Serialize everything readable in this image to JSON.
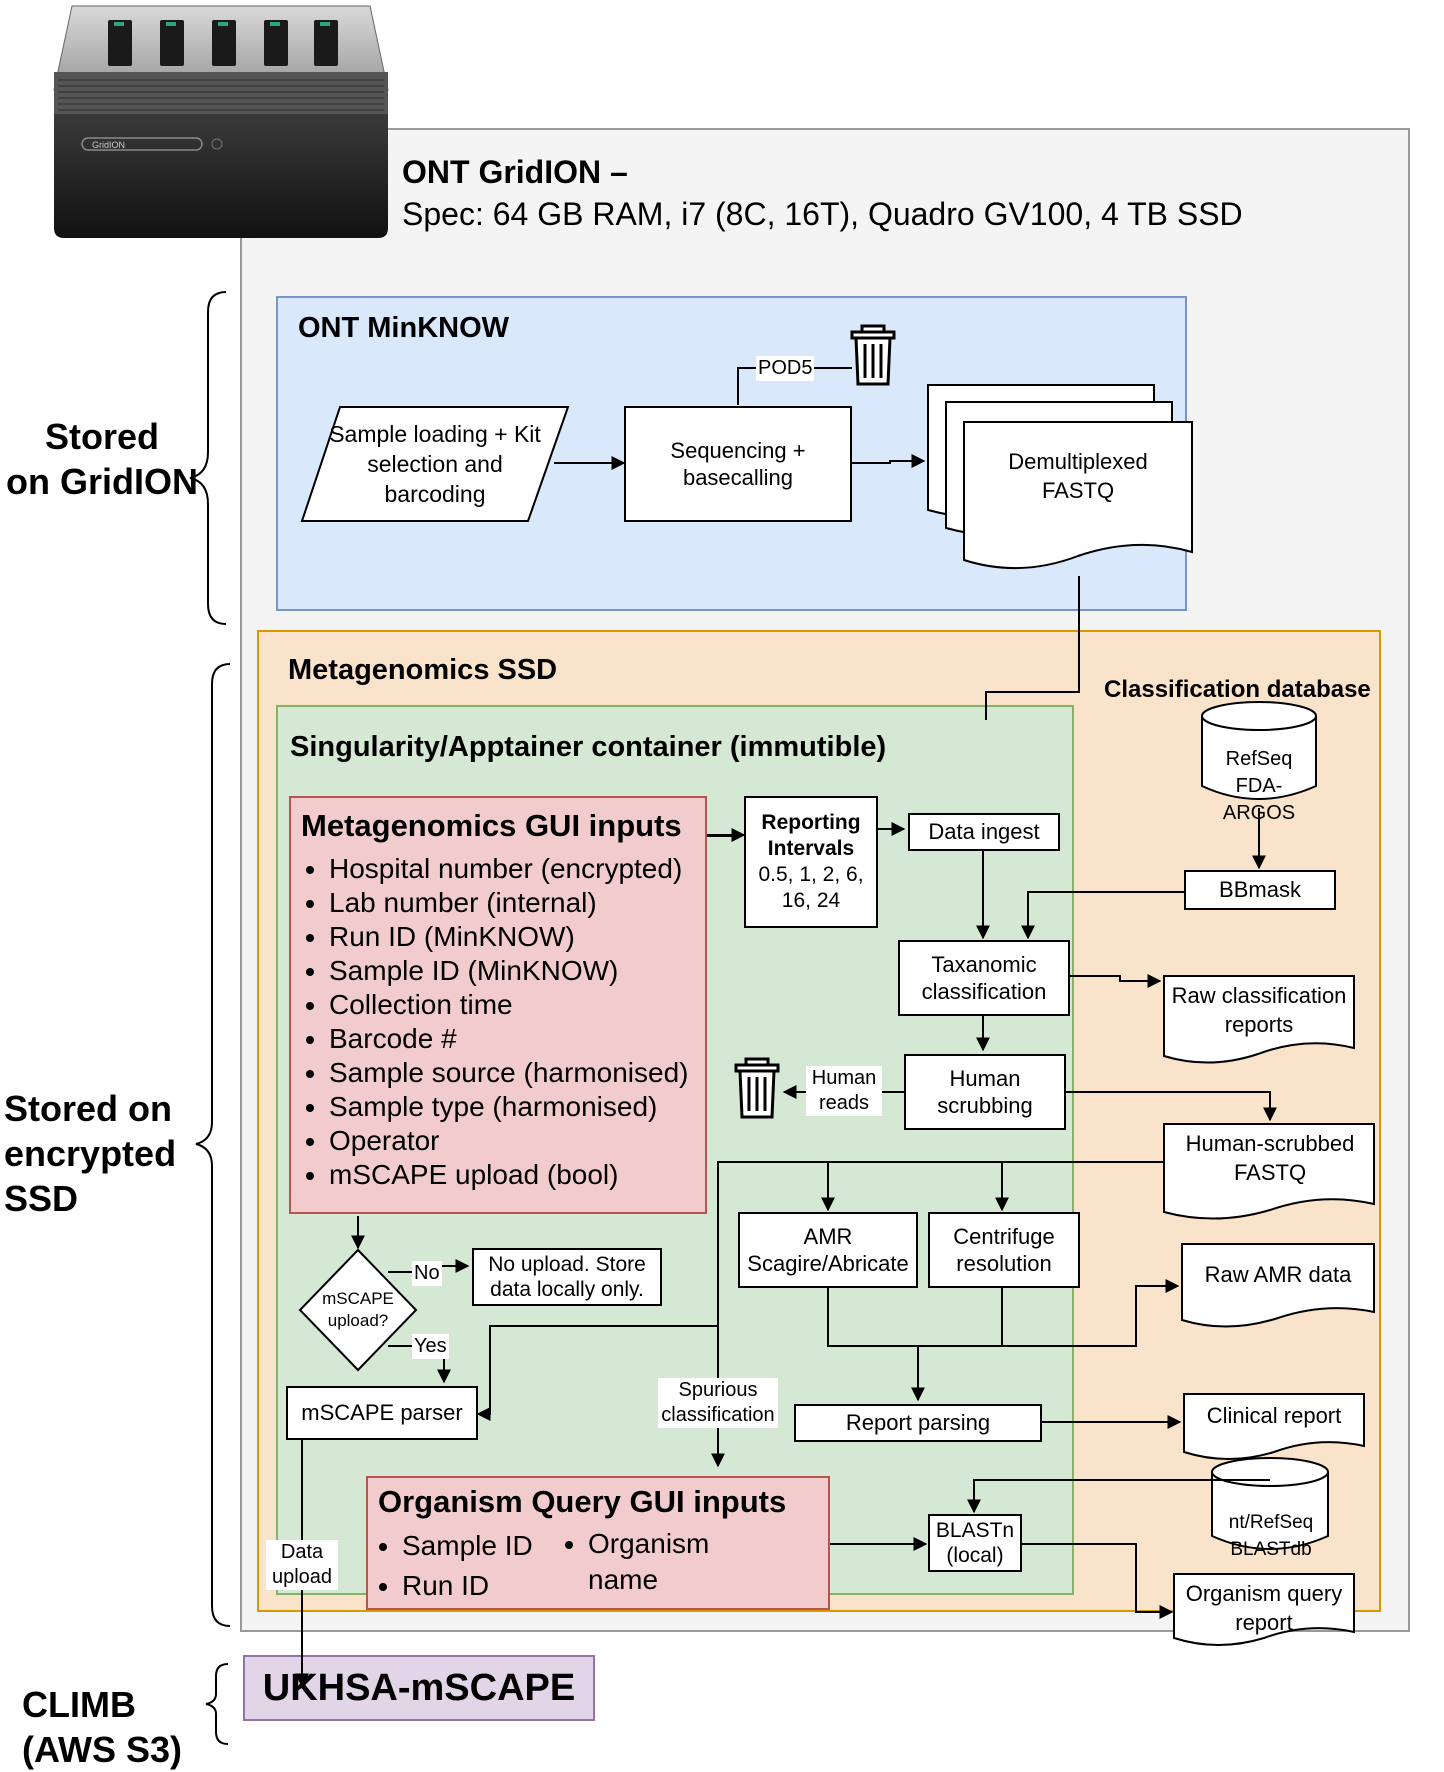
{
  "gridion": {
    "title": "ONT GridION –",
    "spec": "Spec: 64 GB RAM, i7 (8C, 16T), Quadro GV100, 4 TB SSD",
    "device_label": "GridION"
  },
  "side_labels": {
    "gridion": [
      "Stored",
      "on GridION"
    ],
    "ssd": [
      "Stored on",
      "encrypted",
      "SSD"
    ],
    "climb": [
      "CLIMB",
      "(AWS S3)"
    ]
  },
  "minknow": {
    "title": "ONT MinKNOW",
    "sample_loading": "Sample loading + Kit selection and barcoding",
    "sequencing": "Sequencing + basecalling",
    "pod5": "POD5",
    "demux": "Demultiplexed FASTQ"
  },
  "ssd": {
    "title": "Metagenomics SSD",
    "classification_db": "Classification database",
    "refseq": "RefSeq FDA-ARGOS",
    "bbmask": "BBmask",
    "raw_reports": "Raw classification reports",
    "human_fastq": "Human-scrubbed FASTQ",
    "raw_amr": "Raw AMR data",
    "clinical_report": "Clinical report",
    "nt_db": "nt/RefSeq BLASTdb",
    "org_report": "Organism query report"
  },
  "container": {
    "title": "Singularity/Apptainer container (immutible)",
    "reporting_title": "Reporting Intervals",
    "reporting_values": "0.5, 1, 2, 6, 16, 24",
    "data_ingest": "Data ingest",
    "taxonomic": "Taxanomic classification",
    "human_scrubbing": "Human scrubbing",
    "human_reads": "Human reads",
    "amr": "AMR Scagire/Abricate",
    "centrifuge": "Centrifuge resolution",
    "report_parsing": "Report parsing",
    "spurious": "Spurious classification",
    "decision": "mSCAPE upload?",
    "no": "No",
    "yes": "Yes",
    "no_upload": "No upload. Store data locally only.",
    "parser": "mSCAPE parser",
    "blastn": "BLASTn (local)",
    "data_upload": "Data upload"
  },
  "gui_inputs": {
    "title": "Metagenomics GUI inputs",
    "items": [
      "Hospital number (encrypted)",
      "Lab number (internal)",
      "Run ID (MinKNOW)",
      "Sample ID (MinKNOW)",
      "Collection time",
      "Barcode #",
      "Sample source (harmonised)",
      "Sample type (harmonised)",
      "Operator",
      "mSCAPE upload (bool)"
    ]
  },
  "organism_query": {
    "title": "Organism Query GUI inputs",
    "items_left": [
      "Sample ID",
      "Run ID"
    ],
    "items_right": [
      "Organism name"
    ]
  },
  "climb": {
    "target": "UKHSA-mSCAPE"
  },
  "colors": {
    "outer_fill": "#f4f4f4",
    "outer_border": "#999999",
    "blue_fill": "#dae8fc",
    "blue_border": "#7a94c9",
    "orange_fill": "#fae3cb",
    "orange_border": "#d79b00",
    "green_fill": "#d5e8d4",
    "green_border": "#82b366",
    "red_fill": "#f2cccc",
    "red_border": "#b85450",
    "purple_fill": "#e1d5e7",
    "purple_border": "#9673a6"
  }
}
